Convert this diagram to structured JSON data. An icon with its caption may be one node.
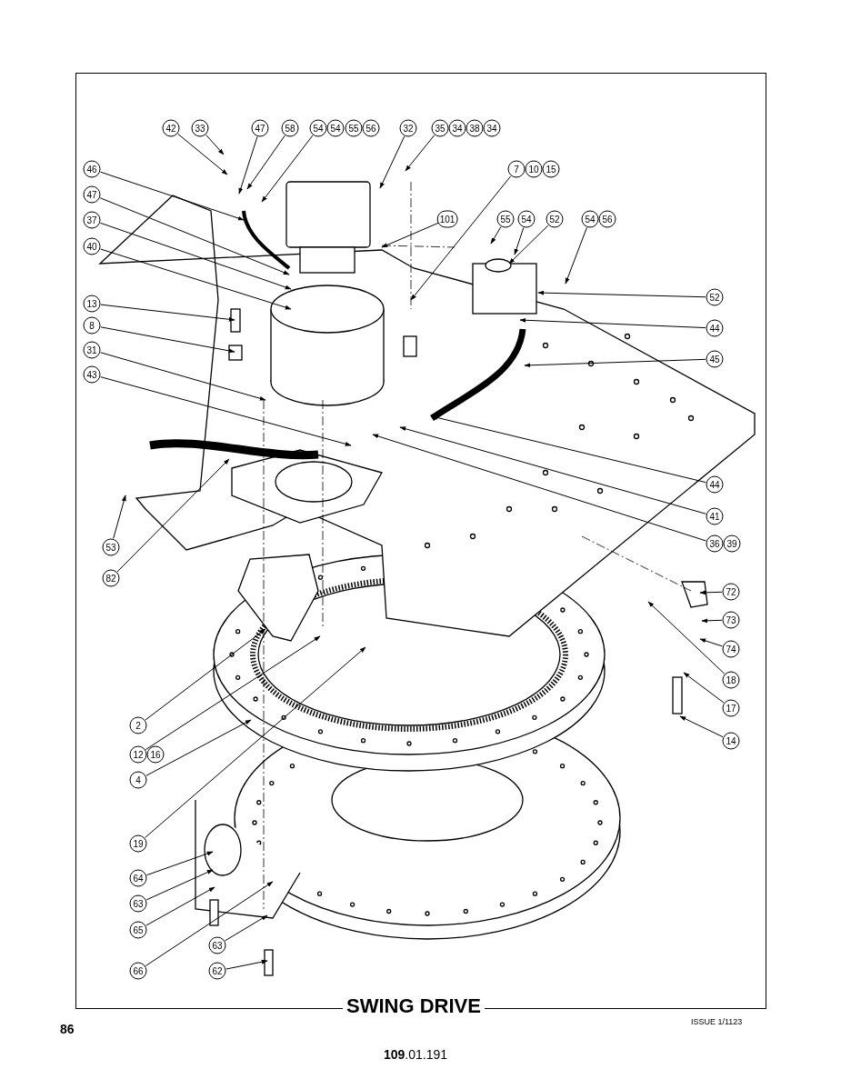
{
  "diagram": {
    "title": "SWING DRIVE",
    "nodes": [
      {
        "text": [
          "42"
        ]
      },
      {
        "text": [
          "33"
        ]
      },
      {
        "text": [
          "47"
        ]
      },
      {
        "text": [
          "58"
        ]
      },
      {
        "text": [
          "54"
        ]
      },
      {
        "text": [
          "54"
        ]
      },
      {
        "text": [
          "55"
        ]
      },
      {
        "text": [
          "56"
        ]
      },
      {
        "text": [
          "32"
        ]
      },
      {
        "text": [
          "35"
        ]
      },
      {
        "text": [
          "34"
        ]
      },
      {
        "text": [
          "38"
        ]
      },
      {
        "text": [
          "34"
        ]
      },
      {
        "text": [
          "7"
        ]
      },
      {
        "text": [
          "10"
        ]
      },
      {
        "text": [
          "15"
        ]
      },
      {
        "text": [
          "46"
        ]
      },
      {
        "text": [
          "47"
        ]
      },
      {
        "text": [
          "101"
        ]
      },
      {
        "text": [
          "55"
        ]
      },
      {
        "text": [
          "54"
        ]
      },
      {
        "text": [
          "52"
        ]
      },
      {
        "text": [
          "54"
        ]
      },
      {
        "text": [
          "56"
        ]
      },
      {
        "text": [
          "37"
        ]
      },
      {
        "text": [
          "40"
        ]
      },
      {
        "text": [
          "52"
        ]
      },
      {
        "text": [
          "13"
        ]
      },
      {
        "text": [
          "8"
        ]
      },
      {
        "text": [
          "44"
        ]
      },
      {
        "text": [
          "31"
        ]
      },
      {
        "text": [
          "45"
        ]
      },
      {
        "text": [
          "43"
        ]
      },
      {
        "text": [
          "44"
        ]
      },
      {
        "text": [
          "41"
        ]
      },
      {
        "text": [
          "36"
        ]
      },
      {
        "text": [
          "39"
        ]
      },
      {
        "text": [
          "53"
        ]
      },
      {
        "text": [
          "82"
        ]
      },
      {
        "text": [
          "72"
        ]
      },
      {
        "text": [
          "73"
        ]
      },
      {
        "text": [
          "74"
        ]
      },
      {
        "text": [
          "18"
        ]
      },
      {
        "text": [
          "17"
        ]
      },
      {
        "text": [
          "2"
        ]
      },
      {
        "text": [
          "14"
        ]
      },
      {
        "text": [
          "12"
        ]
      },
      {
        "text": [
          "16"
        ]
      },
      {
        "text": [
          "4"
        ]
      },
      {
        "text": [
          "19"
        ]
      },
      {
        "text": [
          "64"
        ]
      },
      {
        "text": [
          "63"
        ]
      },
      {
        "text": [
          "65"
        ]
      },
      {
        "text": [
          "63"
        ]
      },
      {
        "text": [
          "66"
        ]
      },
      {
        "text": [
          "62"
        ]
      }
    ],
    "edges": [
      {
        "from": 0,
        "to": null,
        "arrow": "to"
      },
      {
        "from": 1,
        "to": null,
        "arrow": "to"
      },
      {
        "from": 2,
        "to": null,
        "arrow": "to"
      },
      {
        "from": 3,
        "to": null,
        "arrow": "to"
      },
      {
        "from": 4,
        "to": null,
        "arrow": "to"
      },
      {
        "from": 8,
        "to": null,
        "arrow": "to"
      },
      {
        "from": 9,
        "to": null,
        "arrow": "to"
      },
      {
        "from": 13,
        "to": null,
        "arrow": "to"
      },
      {
        "from": 16,
        "to": null,
        "arrow": "to"
      },
      {
        "from": 17,
        "to": null,
        "arrow": "to"
      },
      {
        "from": 24,
        "to": null,
        "arrow": "to"
      },
      {
        "from": 25,
        "to": null,
        "arrow": "to"
      },
      {
        "from": 27,
        "to": null,
        "arrow": "to"
      },
      {
        "from": 28,
        "to": null,
        "arrow": "to"
      },
      {
        "from": 30,
        "to": null,
        "arrow": "to"
      },
      {
        "from": 32,
        "to": null,
        "arrow": "to"
      },
      {
        "from": 18,
        "to": null,
        "arrow": "to"
      },
      {
        "from": 19,
        "to": null,
        "arrow": "to"
      },
      {
        "from": 20,
        "to": null,
        "arrow": "to"
      },
      {
        "from": 21,
        "to": null,
        "arrow": "to"
      },
      {
        "from": 22,
        "to": null,
        "arrow": "to"
      },
      {
        "from": 26,
        "to": null,
        "arrow": "to"
      },
      {
        "from": 29,
        "to": null,
        "arrow": "to"
      },
      {
        "from": 31,
        "to": null,
        "arrow": "to"
      },
      {
        "from": 33,
        "to": null,
        "arrow": "to"
      },
      {
        "from": 34,
        "to": null,
        "arrow": "to"
      },
      {
        "from": 35,
        "to": null,
        "arrow": "to"
      },
      {
        "from": 37,
        "to": null,
        "arrow": "to"
      },
      {
        "from": 38,
        "to": null,
        "arrow": "to"
      },
      {
        "from": 39,
        "to": null,
        "arrow": "to"
      },
      {
        "from": 40,
        "to": null,
        "arrow": "to"
      },
      {
        "from": 41,
        "to": null,
        "arrow": "to"
      },
      {
        "from": 42,
        "to": null,
        "arrow": "to"
      },
      {
        "from": 43,
        "to": null,
        "arrow": "to"
      },
      {
        "from": 45,
        "to": null,
        "arrow": "to"
      },
      {
        "from": 44,
        "to": null,
        "arrow": "to"
      },
      {
        "from": 46,
        "to": null,
        "arrow": "to"
      },
      {
        "from": 48,
        "to": null,
        "arrow": "to"
      },
      {
        "from": 49,
        "to": null,
        "arrow": "to"
      },
      {
        "from": 50,
        "to": null,
        "arrow": "to"
      },
      {
        "from": 51,
        "to": null,
        "arrow": "to"
      },
      {
        "from": 52,
        "to": null,
        "arrow": "to"
      },
      {
        "from": 54,
        "to": null,
        "arrow": "to"
      },
      {
        "from": 53,
        "to": null,
        "arrow": "to"
      },
      {
        "from": 55,
        "to": null,
        "arrow": "to"
      }
    ],
    "labels": [
      "86",
      "ISSUE 1/1123",
      "**109**.01.191"
    ]
  }
}
